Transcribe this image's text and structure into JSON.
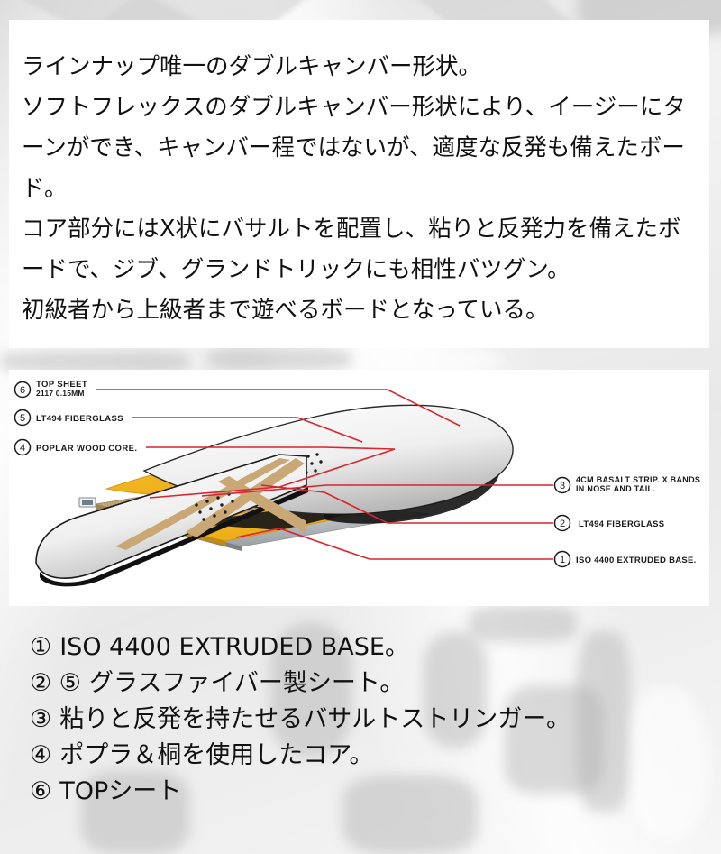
{
  "description": {
    "panel_name": "product-description-panel",
    "body": "ラインナップ唯一のダブルキャンバー形状。\nソフトフレックスのダブルキャンバー形状により、イージーにターンができ、キャンバー程ではないが、適度な反発も備えたボード。\nコア部分にはX状にバサルトを配置し、粘りと反発力を備えたボードで、ジブ、グランドトリックにも相性バツグン。\n初級者から上級者まで遊べるボードとなっている。"
  },
  "diagram": {
    "title": "snowboard-construction-exploded-view",
    "left_callouts": [
      {
        "num": "6",
        "line1": "TOP SHEET",
        "line2": "2117 0.15MM"
      },
      {
        "num": "5",
        "line1": "LT494 FIBERGLASS",
        "line2": ""
      },
      {
        "num": "4",
        "line1": "POPLAR WOOD CORE.",
        "line2": ""
      }
    ],
    "right_callouts": [
      {
        "num": "3",
        "line1": "4CM BASALT STRIP. X BANDS",
        "line2": "IN NOSE AND TAIL."
      },
      {
        "num": "2",
        "line1": "LT494 FIBERGLASS",
        "line2": ""
      },
      {
        "num": "1",
        "line1": "ISO 4400 EXTRUDED BASE.",
        "line2": ""
      }
    ],
    "colors": {
      "leader_line": "#d8252f",
      "callout_ring": "#1a1a1a",
      "fiberglass": "#f0b323",
      "wood_core": "#b79b6d",
      "base": "#b9bcc0",
      "board_outline": "#141414",
      "basalt_band": "#c9a875"
    }
  },
  "legend": {
    "items": [
      {
        "num": "①",
        "text": "ISO 4400 EXTRUDED BASE。"
      },
      {
        "num": "② ⑤",
        "text": "グラスファイバー製シート。"
      },
      {
        "num": "③",
        "text": "粘りと反発を持たせるバサルトストリンガー。"
      },
      {
        "num": "④",
        "text": "ポプラ＆桐を使用したコア。"
      },
      {
        "num": "⑥",
        "text": "TOPシート"
      }
    ]
  }
}
